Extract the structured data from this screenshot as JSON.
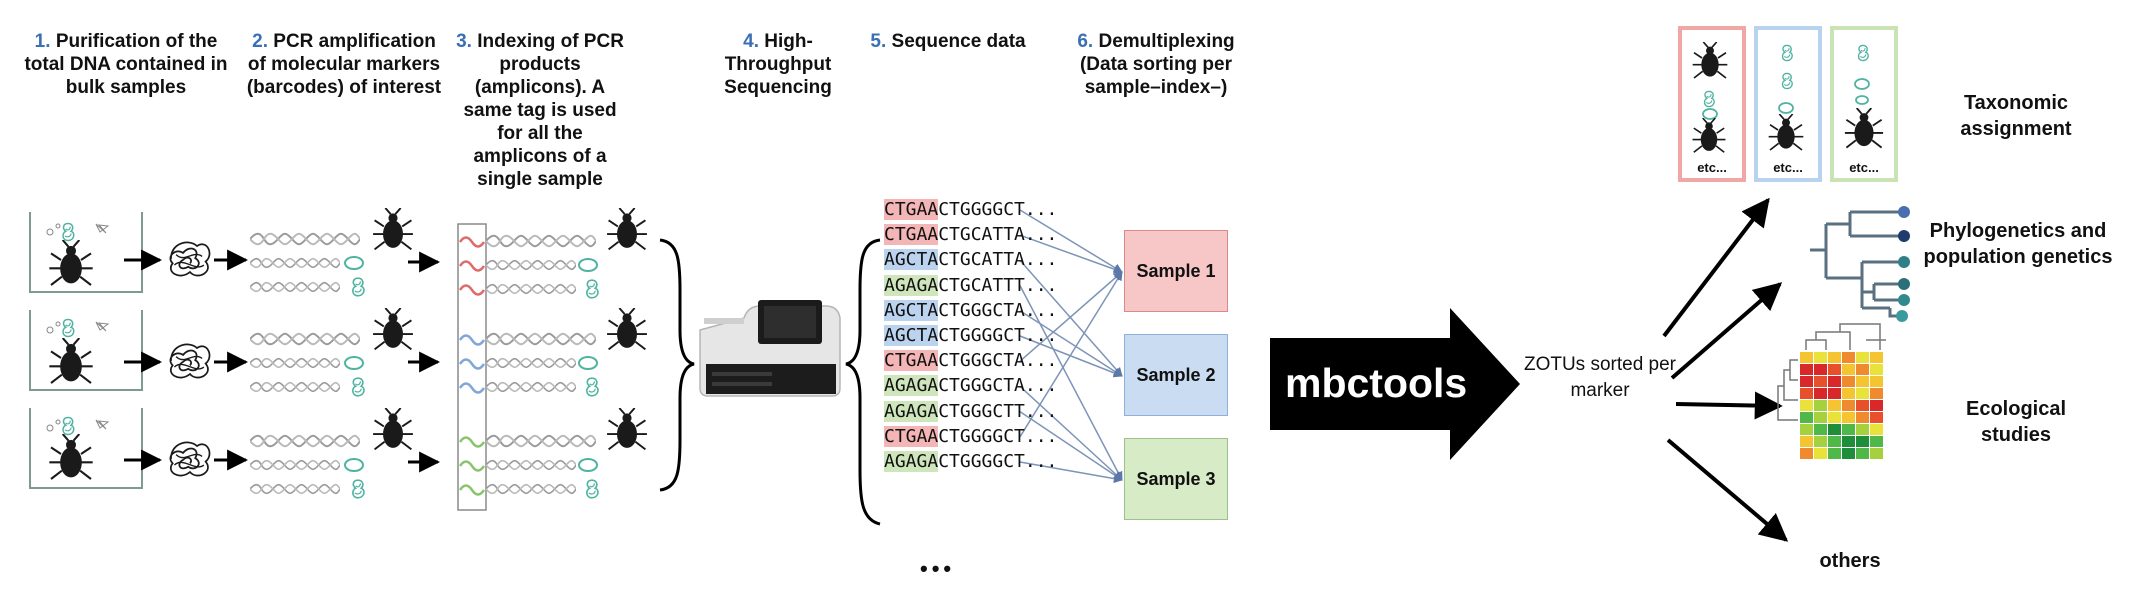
{
  "steps": [
    {
      "num": "1.",
      "text": "Purification of the total DNA contained in bulk samples"
    },
    {
      "num": "2.",
      "text": "PCR amplification of molecular markers (barcodes) of interest"
    },
    {
      "num": "3.",
      "text": "Indexing of PCR products (amplicons). A same tag is used for all the amplicons of a single sample"
    },
    {
      "num": "4.",
      "text": "High-Throughput Sequencing"
    },
    {
      "num": "5.",
      "text": "Sequence data"
    },
    {
      "num": "6.",
      "text": "Demultiplexing (Data sorting per sample–index–)"
    }
  ],
  "sequences": [
    {
      "tag": "CTGAA",
      "rest": "CTGGGGCT...",
      "color": "#f3b5b5"
    },
    {
      "tag": "CTGAA",
      "rest": "CTGCATTA...",
      "color": "#f3b5b5"
    },
    {
      "tag": "AGCTA",
      "rest": "CTGCATTA...",
      "color": "#bcd3ef"
    },
    {
      "tag": "AGAGA",
      "rest": "CTGCATTT...",
      "color": "#cfe6bc"
    },
    {
      "tag": "AGCTA",
      "rest": "CTGGGCTA...",
      "color": "#bcd3ef"
    },
    {
      "tag": "AGCTA",
      "rest": "CTGGGGCT...",
      "color": "#bcd3ef"
    },
    {
      "tag": "CTGAA",
      "rest": "CTGGGCTA...",
      "color": "#f3b5b5"
    },
    {
      "tag": "AGAGA",
      "rest": "CTGGGCTA...",
      "color": "#cfe6bc"
    },
    {
      "tag": "AGAGA",
      "rest": "CTGGGCTT...",
      "color": "#cfe6bc"
    },
    {
      "tag": "CTGAA",
      "rest": "CTGGGGCT...",
      "color": "#f3b5b5"
    },
    {
      "tag": "AGAGA",
      "rest": "CTGGGGCT...",
      "color": "#cfe6bc"
    }
  ],
  "ellipsis": "•••",
  "samples": [
    {
      "label": "Sample 1",
      "fill": "#f7c6c6",
      "stroke": "#d98a8a"
    },
    {
      "label": "Sample 2",
      "fill": "#c9dcf2",
      "stroke": "#8fb0d8"
    },
    {
      "label": "Sample 3",
      "fill": "#d6ebc6",
      "stroke": "#9cc488"
    }
  ],
  "sequence_to_sample": [
    0,
    0,
    1,
    2,
    1,
    1,
    0,
    2,
    2,
    0,
    2
  ],
  "pipeline_label": "mbctools",
  "zotus_label": "ZOTUs sorted per marker",
  "outputs": [
    {
      "label": "Taxonomic assignment"
    },
    {
      "label": "Phylogenetics and population genetics"
    },
    {
      "label": "Ecological studies"
    },
    {
      "label": "others"
    }
  ],
  "taxonomy_panels": [
    {
      "label": "etc...",
      "stroke": "#f2a7a7"
    },
    {
      "label": "etc...",
      "stroke": "#b7d3ef"
    },
    {
      "label": "etc...",
      "stroke": "#c9e3b4"
    }
  ],
  "colors": {
    "accent_number": "#3a6fb5",
    "arrow": "#000000",
    "dna": "#9a9a9a",
    "bead": "#4fb3a2"
  }
}
